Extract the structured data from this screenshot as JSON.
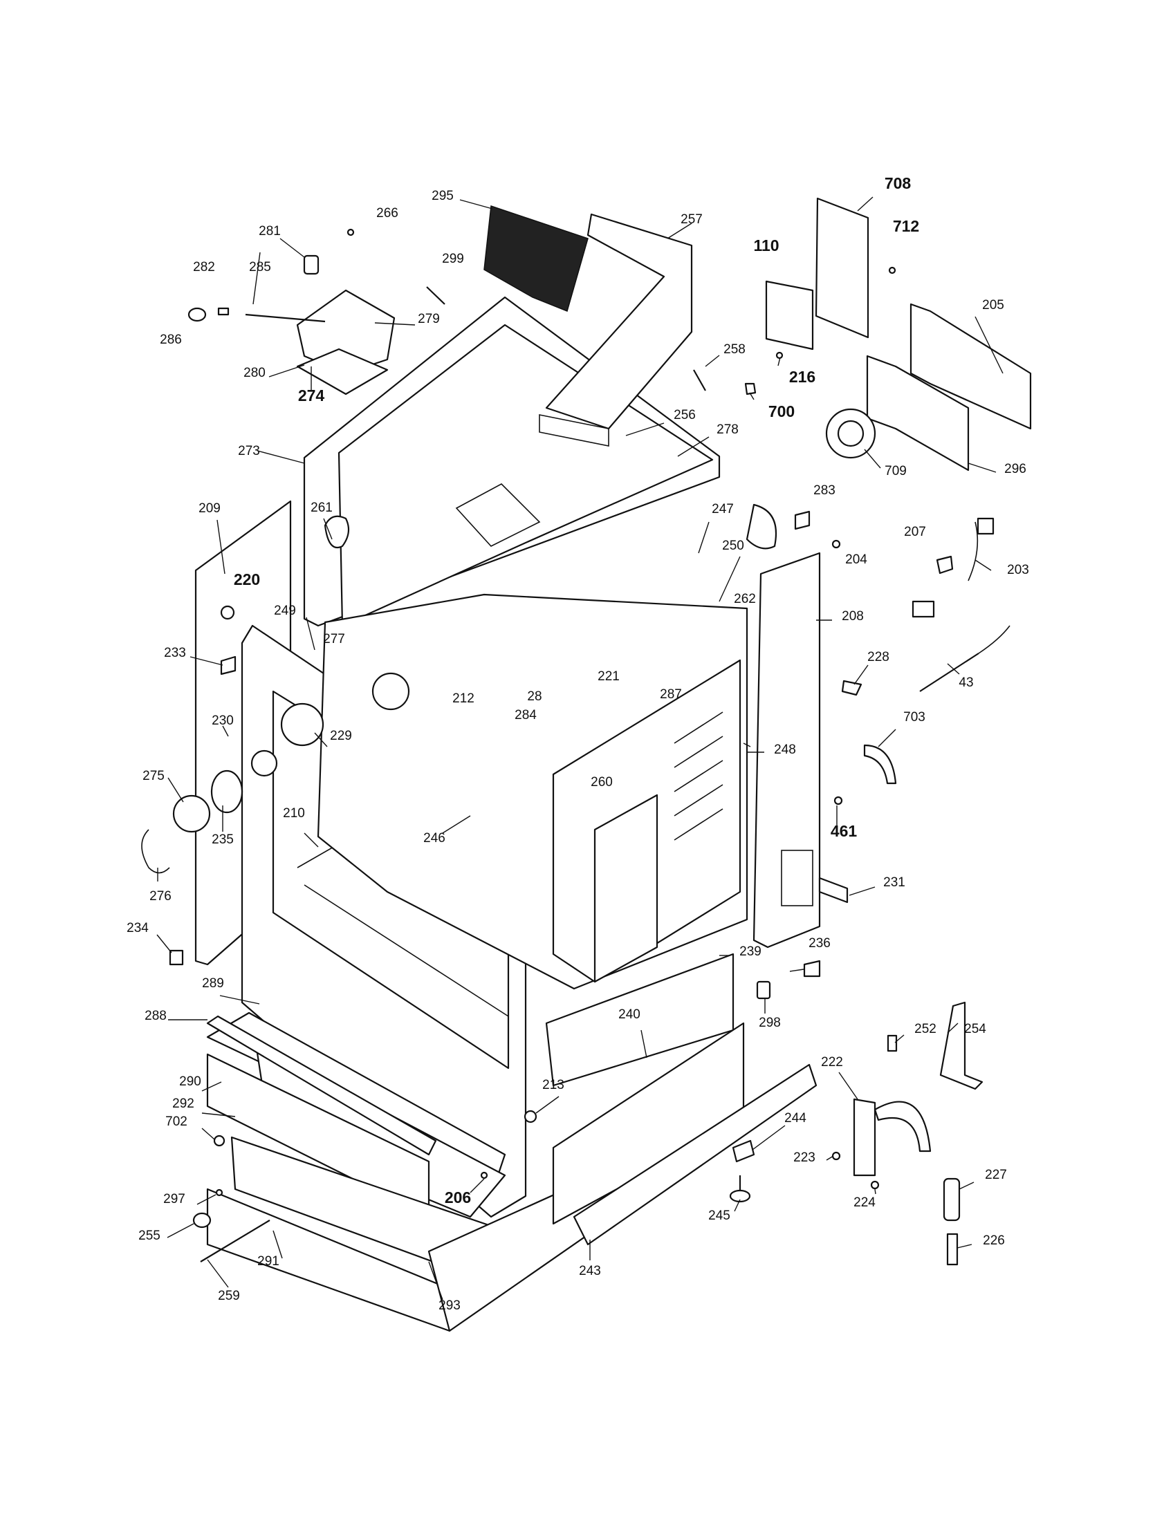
{
  "diagram": {
    "callouts": [
      {
        "id": "295",
        "bold": false
      },
      {
        "id": "266",
        "bold": false
      },
      {
        "id": "257",
        "bold": false
      },
      {
        "id": "708",
        "bold": true
      },
      {
        "id": "712",
        "bold": true
      },
      {
        "id": "281",
        "bold": false
      },
      {
        "id": "299",
        "bold": false
      },
      {
        "id": "110",
        "bold": true
      },
      {
        "id": "282",
        "bold": false
      },
      {
        "id": "285",
        "bold": false
      },
      {
        "id": "205",
        "bold": false
      },
      {
        "id": "279",
        "bold": false
      },
      {
        "id": "286",
        "bold": false
      },
      {
        "id": "258",
        "bold": false
      },
      {
        "id": "280",
        "bold": false
      },
      {
        "id": "274",
        "bold": true
      },
      {
        "id": "216",
        "bold": true
      },
      {
        "id": "700",
        "bold": true
      },
      {
        "id": "256",
        "bold": false
      },
      {
        "id": "278",
        "bold": false
      },
      {
        "id": "709",
        "bold": false
      },
      {
        "id": "296",
        "bold": false
      },
      {
        "id": "273",
        "bold": false
      },
      {
        "id": "283",
        "bold": false
      },
      {
        "id": "209",
        "bold": false
      },
      {
        "id": "261",
        "bold": false
      },
      {
        "id": "247",
        "bold": false
      },
      {
        "id": "207",
        "bold": false
      },
      {
        "id": "204",
        "bold": false
      },
      {
        "id": "250",
        "bold": false
      },
      {
        "id": "203",
        "bold": false
      },
      {
        "id": "220",
        "bold": true
      },
      {
        "id": "208",
        "bold": false
      },
      {
        "id": "262",
        "bold": false
      },
      {
        "id": "249",
        "bold": false
      },
      {
        "id": "277",
        "bold": false
      },
      {
        "id": "233",
        "bold": false
      },
      {
        "id": "228",
        "bold": false
      },
      {
        "id": "43",
        "bold": false
      },
      {
        "id": "221",
        "bold": false
      },
      {
        "id": "212",
        "bold": false
      },
      {
        "id": "28",
        "bold": false
      },
      {
        "id": "284",
        "bold": false
      },
      {
        "id": "230",
        "bold": false
      },
      {
        "id": "287",
        "bold": false
      },
      {
        "id": "703",
        "bold": false
      },
      {
        "id": "229",
        "bold": false
      },
      {
        "id": "248",
        "bold": false
      },
      {
        "id": "275",
        "bold": false
      },
      {
        "id": "260",
        "bold": false
      },
      {
        "id": "461",
        "bold": true
      },
      {
        "id": "210",
        "bold": false
      },
      {
        "id": "246",
        "bold": false
      },
      {
        "id": "235",
        "bold": false
      },
      {
        "id": "231",
        "bold": false
      },
      {
        "id": "276",
        "bold": false
      },
      {
        "id": "234",
        "bold": false
      },
      {
        "id": "236",
        "bold": false
      },
      {
        "id": "239",
        "bold": false
      },
      {
        "id": "289",
        "bold": false
      },
      {
        "id": "298",
        "bold": false
      },
      {
        "id": "288",
        "bold": false
      },
      {
        "id": "240",
        "bold": false
      },
      {
        "id": "252",
        "bold": false
      },
      {
        "id": "254",
        "bold": false
      },
      {
        "id": "222",
        "bold": false
      },
      {
        "id": "290",
        "bold": false
      },
      {
        "id": "213",
        "bold": false
      },
      {
        "id": "292",
        "bold": false
      },
      {
        "id": "244",
        "bold": false
      },
      {
        "id": "702",
        "bold": false
      },
      {
        "id": "223",
        "bold": false
      },
      {
        "id": "227",
        "bold": false
      },
      {
        "id": "206",
        "bold": true
      },
      {
        "id": "297",
        "bold": false
      },
      {
        "id": "224",
        "bold": false
      },
      {
        "id": "245",
        "bold": false
      },
      {
        "id": "255",
        "bold": false
      },
      {
        "id": "291",
        "bold": false
      },
      {
        "id": "226",
        "bold": false
      },
      {
        "id": "243",
        "bold": false
      },
      {
        "id": "259",
        "bold": false
      },
      {
        "id": "293",
        "bold": false
      }
    ]
  }
}
